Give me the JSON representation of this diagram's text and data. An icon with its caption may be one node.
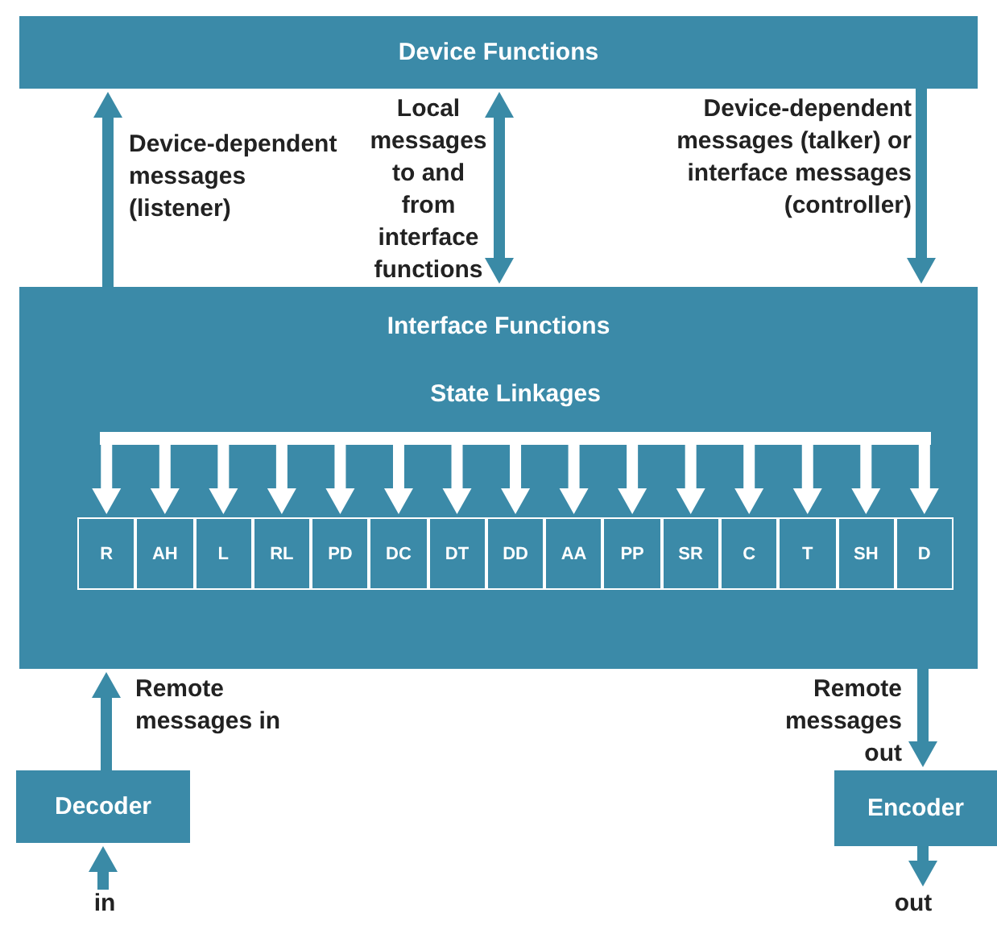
{
  "diagram": {
    "nodes": [
      {
        "text": [
          "Device Functions"
        ]
      },
      {
        "text": [
          "Interface Functions"
        ]
      },
      {
        "text": [
          "State Linkages"
        ],
        "in": 1
      },
      {
        "text": [
          "R"
        ],
        "in": 1
      },
      {
        "text": [
          "AH"
        ],
        "in": 1
      },
      {
        "text": [
          "L"
        ],
        "in": 1
      },
      {
        "text": [
          "RL"
        ],
        "in": 1
      },
      {
        "text": [
          "PD"
        ],
        "in": 1
      },
      {
        "text": [
          "DC"
        ],
        "in": 1
      },
      {
        "text": [
          "DT"
        ],
        "in": 1
      },
      {
        "text": [
          "DD"
        ],
        "in": 1
      },
      {
        "text": [
          "AA"
        ],
        "in": 1
      },
      {
        "text": [
          "PP"
        ],
        "in": 1
      },
      {
        "text": [
          "SR"
        ],
        "in": 1
      },
      {
        "text": [
          "C"
        ],
        "in": 1
      },
      {
        "text": [
          "T"
        ],
        "in": 1
      },
      {
        "text": [
          "SH"
        ],
        "in": 1
      },
      {
        "text": [
          "D"
        ],
        "in": 1
      },
      {
        "text": [
          "Decoder"
        ]
      },
      {
        "text": [
          "Encoder"
        ]
      },
      {
        "text": [
          "in"
        ]
      },
      {
        "text": [
          "out"
        ]
      }
    ],
    "edges": [
      {
        "from": 1,
        "to": 0,
        "arrow": "to",
        "label": "Device-dependent messages (listener)",
        "color": "#3a8aa6"
      },
      {
        "from": 0,
        "to": 1,
        "arrow": "both",
        "label": "Local messages to and from interface functions",
        "color": "#3a8aa6"
      },
      {
        "from": 0,
        "to": 1,
        "arrow": "to",
        "label": "Device-dependent messages (talker) or interface messages (controller)",
        "color": "#3a8aa6"
      },
      {
        "from": 2,
        "to": 3,
        "arrow": "to"
      },
      {
        "from": 2,
        "to": 4,
        "arrow": "to"
      },
      {
        "from": 2,
        "to": 5,
        "arrow": "to"
      },
      {
        "from": 2,
        "to": 6,
        "arrow": "to"
      },
      {
        "from": 2,
        "to": 7,
        "arrow": "to"
      },
      {
        "from": 2,
        "to": 8,
        "arrow": "to"
      },
      {
        "from": 2,
        "to": 9,
        "arrow": "to"
      },
      {
        "from": 2,
        "to": 10,
        "arrow": "to"
      },
      {
        "from": 2,
        "to": 11,
        "arrow": "to"
      },
      {
        "from": 2,
        "to": 12,
        "arrow": "to"
      },
      {
        "from": 2,
        "to": 13,
        "arrow": "to"
      },
      {
        "from": 2,
        "to": 14,
        "arrow": "to"
      },
      {
        "from": 2,
        "to": 15,
        "arrow": "to"
      },
      {
        "from": 2,
        "to": 16,
        "arrow": "to"
      },
      {
        "from": 2,
        "to": 17,
        "arrow": "to"
      },
      {
        "from": 18,
        "to": 1,
        "arrow": "to",
        "label": "Remote messages in",
        "color": "#3a8aa6"
      },
      {
        "from": 1,
        "to": 19,
        "arrow": "to",
        "label": "Remote messages out",
        "color": "#3a8aa6"
      },
      {
        "from": 20,
        "to": 18,
        "arrow": "to",
        "color": "#3a8aa6"
      },
      {
        "from": 19,
        "to": 21,
        "arrow": "to",
        "color": "#3a8aa6"
      }
    ]
  }
}
